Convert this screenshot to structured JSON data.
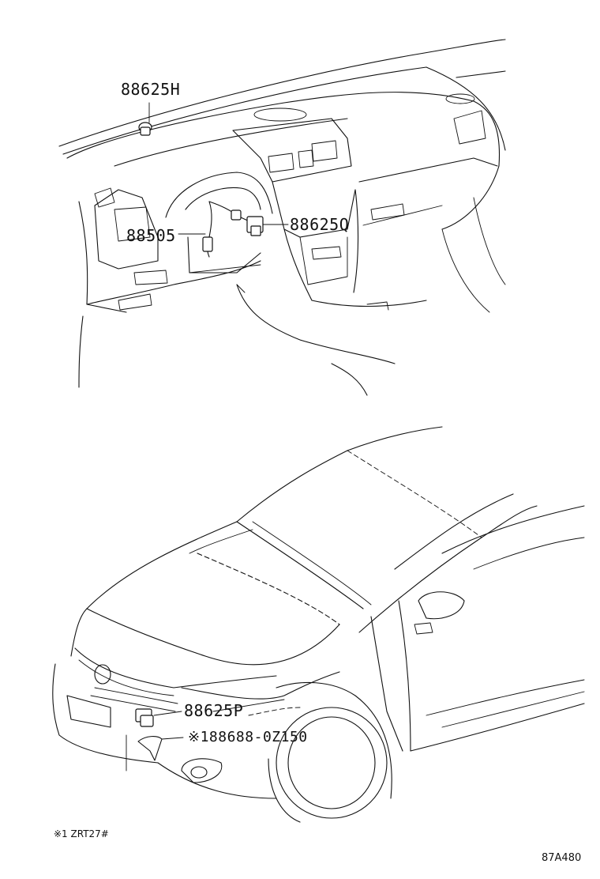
{
  "diagram": {
    "labels": {
      "part_88625H": "88625H",
      "part_88505": "88505",
      "part_88625Q": "88625Q",
      "part_88625P": "88625P",
      "part_88688": "※188688-0Z150"
    },
    "footnote": "※1 ZRT27#",
    "figure_code": "87A480"
  }
}
